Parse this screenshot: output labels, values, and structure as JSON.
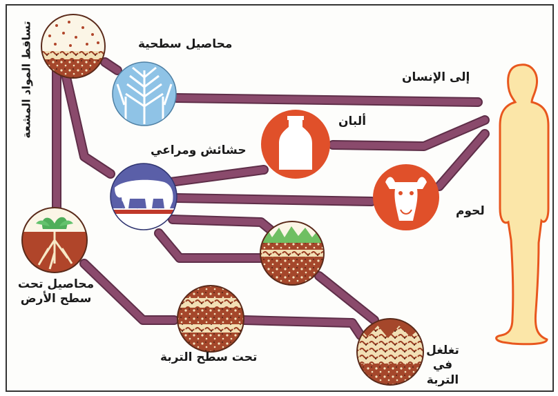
{
  "labels": {
    "fallout": "تساقط المواد المشعة",
    "surface_crops": "محاصيل سطحية",
    "to_human": "إلى الإنسان",
    "milk": "ألبان",
    "grass": "حشائش ومراعي",
    "meat": "لحوم",
    "underground_crops_1": "محاصيل تحت",
    "underground_crops_2": "سطح الأرض",
    "below_soil": "تحت سطح التربة",
    "penetration_1": "تغلغل",
    "penetration_2": "في التربة"
  },
  "colors": {
    "arrow": "#8a4a6c",
    "arrow_dark": "#5e2e48",
    "human_outline": "#e8571e",
    "human_fill": "#fbe6a8",
    "crop_circle": "#8fc3e6",
    "milk_circle": "#e0502a",
    "meat_circle": "#e0502a",
    "grass_circle": "#5a5fa8",
    "soil": "#9c4a32"
  },
  "icons": {
    "fallout": "fallout-icon",
    "wheat": "wheat-icon",
    "milk": "milk-bottle-icon",
    "cow": "cow-head-icon",
    "cattle": "grazing-cattle-icon",
    "plant": "root-plant-icon",
    "soil_grass": "grass-soil-icon",
    "soil_layer": "soil-layer-icon",
    "soil_deep": "deep-soil-icon",
    "human": "human-silhouette-icon"
  }
}
